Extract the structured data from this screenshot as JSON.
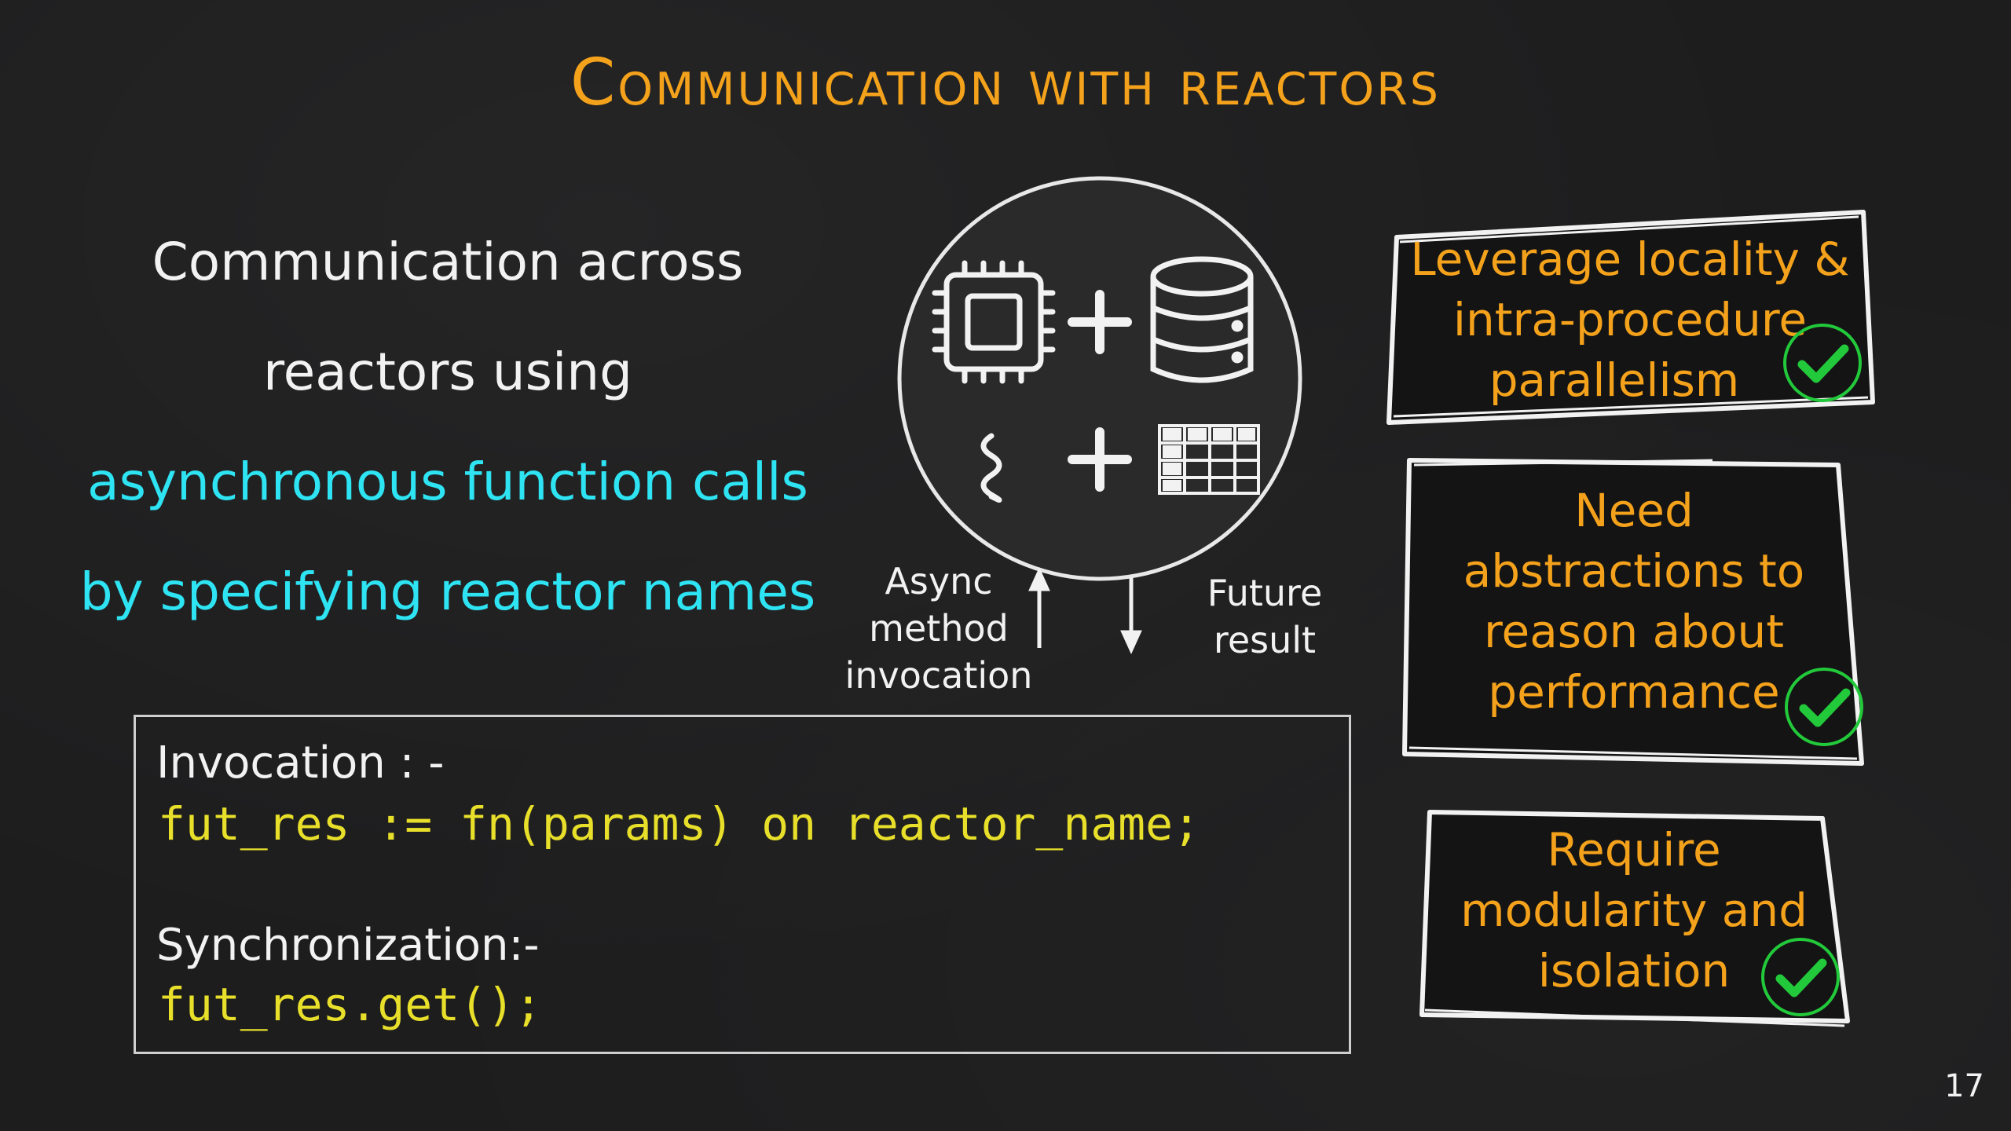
{
  "slide": {
    "title": "Communication with reactors",
    "page_number": "17"
  },
  "intro": {
    "line1": "Communication across",
    "line2": "reactors using",
    "line3": "asynchronous function calls",
    "line4": "by specifying reactor names"
  },
  "diagram": {
    "async_label": [
      "Async",
      "method",
      "invocation"
    ],
    "future_label": [
      "Future",
      "result"
    ],
    "icons": [
      "cpu-icon",
      "plus-icon",
      "database-icon",
      "thread-icon",
      "plus-icon",
      "table-icon"
    ]
  },
  "code": {
    "invocation_label": "Invocation : -",
    "invocation_code": "fut_res := fn(params) on reactor_name;",
    "sync_label": "Synchronization:-",
    "sync_code": "fut_res.get();"
  },
  "cards": [
    {
      "lines": [
        "Leverage locality &",
        "intra-procedure",
        "parallelism"
      ],
      "checked": true
    },
    {
      "lines": [
        "Need",
        "abstractions to",
        "reason about",
        "performance"
      ],
      "checked": true
    },
    {
      "lines": [
        "Require",
        "modularity and",
        "isolation"
      ],
      "checked": true
    }
  ],
  "colors": {
    "background": "#1d1d1e",
    "accent_orange": "#f4a21b",
    "accent_cyan": "#2ee3f2",
    "code_yellow": "#e8df2a",
    "check_green": "#22c93a"
  }
}
